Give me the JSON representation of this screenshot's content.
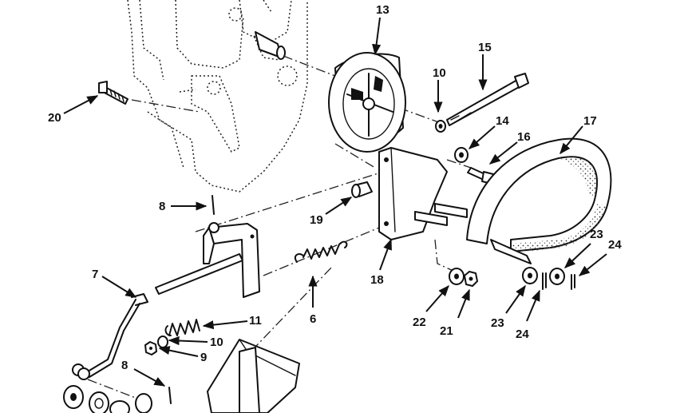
{
  "callouts": {
    "c13": "13",
    "c15": "15",
    "c10a": "10",
    "c20": "20",
    "c14": "14",
    "c16": "16",
    "c17": "17",
    "c8a": "8",
    "c19": "19",
    "c7": "7",
    "c18": "18",
    "c6": "6",
    "c23a": "23",
    "c24a": "24",
    "c22": "22",
    "c21": "21",
    "c23b": "23",
    "c24b": "24",
    "c11": "11",
    "c10b": "10",
    "c9": "9",
    "c8b": "8"
  }
}
